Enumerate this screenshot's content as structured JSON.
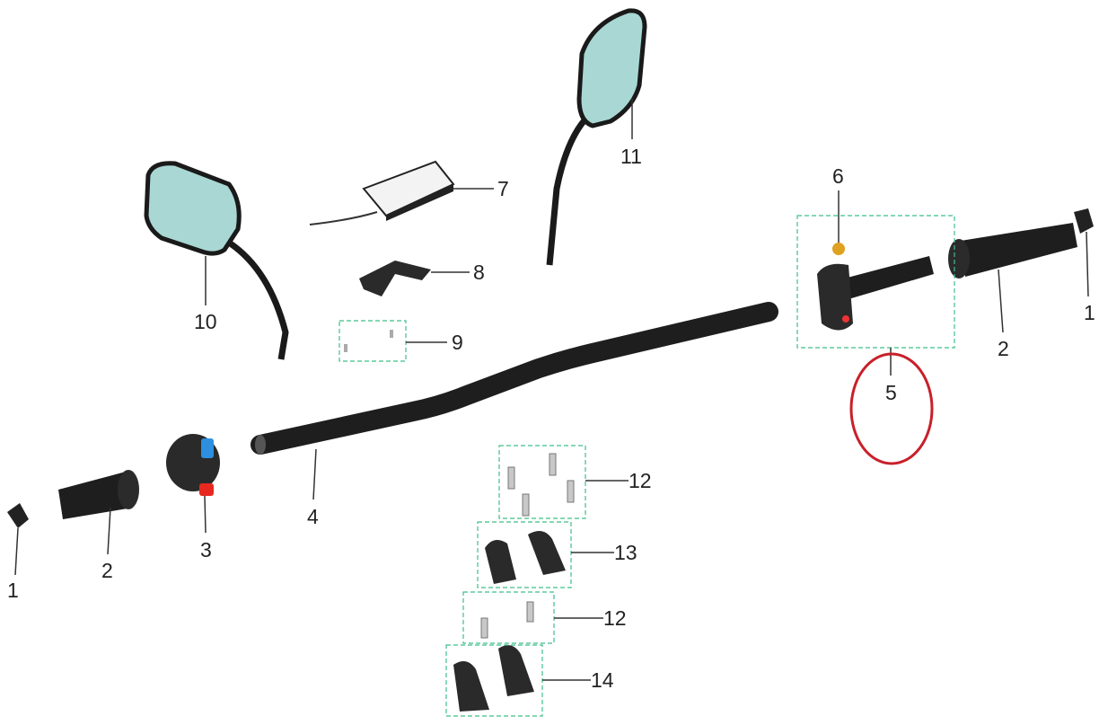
{
  "diagram": {
    "labels": {
      "end_cap_left": "1",
      "end_cap_right": "1",
      "grip_left": "2",
      "grip_right": "2",
      "switch_left": "3",
      "handlebar": "4",
      "throttle_assembly": "5",
      "throttle_screw": "6",
      "sensor_module": "7",
      "bracket": "8",
      "screws_bracket": "9",
      "mirror_left": "10",
      "mirror_right": "11",
      "bolts_upper": "12",
      "clamp_upper": "13",
      "bolts_lower": "12",
      "clamp_lower": "14"
    },
    "highlight_color": "#c8202a",
    "group_box_color": "#3fbf8a"
  }
}
